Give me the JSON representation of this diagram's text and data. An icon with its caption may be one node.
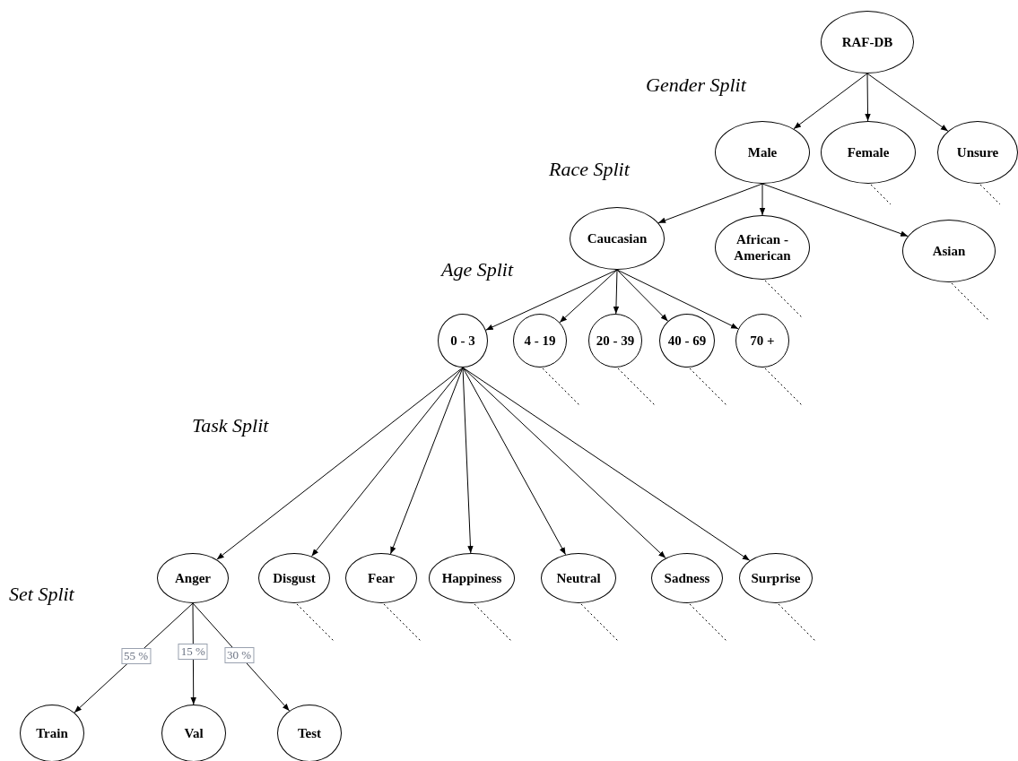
{
  "diagram": {
    "nodes": [
      {
        "text": [
          "RAF-DB"
        ]
      },
      {
        "text": [
          "Male"
        ]
      },
      {
        "text": [
          "Female"
        ]
      },
      {
        "text": [
          "Unsure"
        ]
      },
      {
        "text": [
          "Caucasian"
        ]
      },
      {
        "text": [
          "African - American"
        ]
      },
      {
        "text": [
          "Asian"
        ]
      },
      {
        "text": [
          "0 - 3"
        ]
      },
      {
        "text": [
          "4 - 19"
        ]
      },
      {
        "text": [
          "20 - 39"
        ]
      },
      {
        "text": [
          "40 - 69"
        ]
      },
      {
        "text": [
          "70 +"
        ]
      },
      {
        "text": [
          "Anger"
        ]
      },
      {
        "text": [
          "Disgust"
        ]
      },
      {
        "text": [
          "Fear"
        ]
      },
      {
        "text": [
          "Happiness"
        ]
      },
      {
        "text": [
          "Neutral"
        ]
      },
      {
        "text": [
          "Sadness"
        ]
      },
      {
        "text": [
          "Surprise"
        ]
      },
      {
        "text": [
          "Train"
        ]
      },
      {
        "text": [
          "Val"
        ]
      },
      {
        "text": [
          "Test"
        ]
      }
    ],
    "edges": [
      {
        "from": 0,
        "to": 1,
        "arrow": "to"
      },
      {
        "from": 0,
        "to": 2,
        "arrow": "to"
      },
      {
        "from": 0,
        "to": 3,
        "arrow": "to"
      },
      {
        "from": 1,
        "to": 4,
        "arrow": "to"
      },
      {
        "from": 1,
        "to": 5,
        "arrow": "to"
      },
      {
        "from": 1,
        "to": 6,
        "arrow": "to"
      },
      {
        "from": 4,
        "to": 7,
        "arrow": "to"
      },
      {
        "from": 4,
        "to": 8,
        "arrow": "to"
      },
      {
        "from": 4,
        "to": 9,
        "arrow": "to"
      },
      {
        "from": 4,
        "to": 10,
        "arrow": "to"
      },
      {
        "from": 4,
        "to": 11,
        "arrow": "to"
      },
      {
        "from": 7,
        "to": 12,
        "arrow": "to"
      },
      {
        "from": 7,
        "to": 13,
        "arrow": "to"
      },
      {
        "from": 7,
        "to": 14,
        "arrow": "to"
      },
      {
        "from": 7,
        "to": 15,
        "arrow": "to"
      },
      {
        "from": 7,
        "to": 16,
        "arrow": "to"
      },
      {
        "from": 7,
        "to": 17,
        "arrow": "to"
      },
      {
        "from": 7,
        "to": 18,
        "arrow": "to"
      },
      {
        "from": 12,
        "to": 19,
        "arrow": "to",
        "label": "55 %"
      },
      {
        "from": 12,
        "to": 20,
        "arrow": "to",
        "label": "15 %"
      },
      {
        "from": 12,
        "to": 21,
        "arrow": "to",
        "label": "30 %"
      },
      {
        "from": 2,
        "to": null,
        "arrow": "none",
        "style": "dashed"
      },
      {
        "from": 3,
        "to": null,
        "arrow": "none",
        "style": "dashed"
      },
      {
        "from": 5,
        "to": null,
        "arrow": "none",
        "style": "dashed"
      },
      {
        "from": 6,
        "to": null,
        "arrow": "none",
        "style": "dashed"
      },
      {
        "from": 8,
        "to": null,
        "arrow": "none",
        "style": "dashed"
      },
      {
        "from": 9,
        "to": null,
        "arrow": "none",
        "style": "dashed"
      },
      {
        "from": 10,
        "to": null,
        "arrow": "none",
        "style": "dashed"
      },
      {
        "from": 11,
        "to": null,
        "arrow": "none",
        "style": "dashed"
      },
      {
        "from": 13,
        "to": null,
        "arrow": "none",
        "style": "dashed"
      },
      {
        "from": 14,
        "to": null,
        "arrow": "none",
        "style": "dashed"
      },
      {
        "from": 15,
        "to": null,
        "arrow": "none",
        "style": "dashed"
      },
      {
        "from": 16,
        "to": null,
        "arrow": "none",
        "style": "dashed"
      },
      {
        "from": 17,
        "to": null,
        "arrow": "none",
        "style": "dashed"
      },
      {
        "from": 18,
        "to": null,
        "arrow": "none",
        "style": "dashed"
      }
    ],
    "labels": [
      "Gender Split",
      "Race Split",
      "Age Split",
      "Task Split",
      "Set Split"
    ]
  }
}
